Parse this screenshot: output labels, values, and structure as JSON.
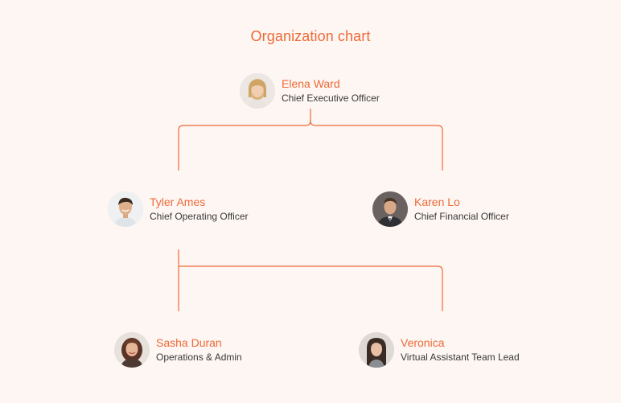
{
  "title": "Organization chart",
  "colors": {
    "accent": "#ee6a37",
    "text": "#3a3a3a",
    "background": "#fdf6f3"
  },
  "nodes": [
    {
      "id": "elena",
      "name": "Elena Ward",
      "role": "Chief Executive Officer",
      "avatar": "woman-blonde-avatar"
    },
    {
      "id": "tyler",
      "name": "Tyler Ames",
      "role": "Chief Operating Officer",
      "avatar": "man-smiling-avatar"
    },
    {
      "id": "karen",
      "name": "Karen Lo",
      "role": "Chief Financial Officer",
      "avatar": "man-suit-avatar"
    },
    {
      "id": "sasha",
      "name": "Sasha Duran",
      "role": "Operations & Admin",
      "avatar": "woman-curly-avatar"
    },
    {
      "id": "veronica",
      "name": "Veronica",
      "role": "Virtual Assistant Team Lead",
      "avatar": "woman-dark-hair-avatar"
    }
  ],
  "edges": [
    {
      "from": "Elena Ward",
      "to": "Tyler Ames"
    },
    {
      "from": "Elena Ward",
      "to": "Karen Lo"
    },
    {
      "from": "Tyler Ames",
      "to": "Sasha Duran"
    },
    {
      "from": "Tyler Ames",
      "to": "Veronica"
    }
  ]
}
